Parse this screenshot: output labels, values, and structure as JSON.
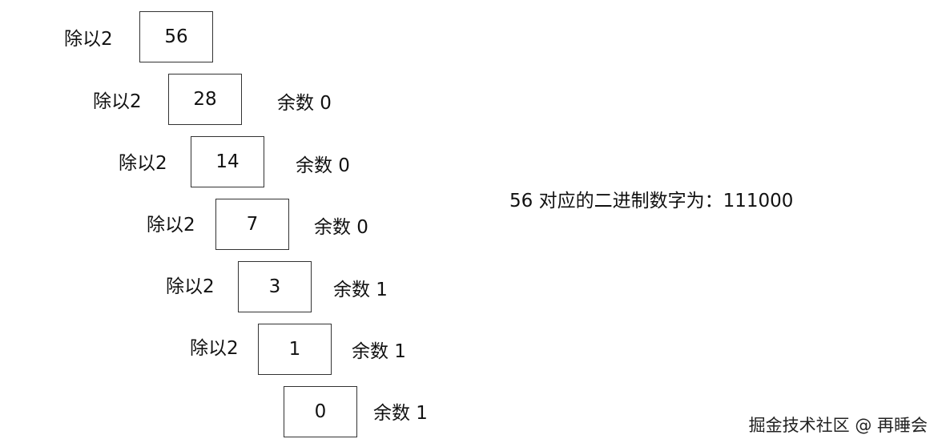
{
  "steps": [
    {
      "divide_label": "除以2",
      "value": "56",
      "remainder": ""
    },
    {
      "divide_label": "除以2",
      "value": "28",
      "remainder": "余数 0"
    },
    {
      "divide_label": "除以2",
      "value": "14",
      "remainder": "余数 0"
    },
    {
      "divide_label": "除以2",
      "value": "7",
      "remainder": "余数 0"
    },
    {
      "divide_label": "除以2",
      "value": "3",
      "remainder": "余数 1"
    },
    {
      "divide_label": "除以2",
      "value": "1",
      "remainder": "余数 1"
    },
    {
      "divide_label": "",
      "value": "0",
      "remainder": "余数 1"
    }
  ],
  "result": {
    "text": "56 对应的二进制数字为：111000"
  },
  "watermark": {
    "text": "掘金技术社区 @ 再睡会"
  }
}
